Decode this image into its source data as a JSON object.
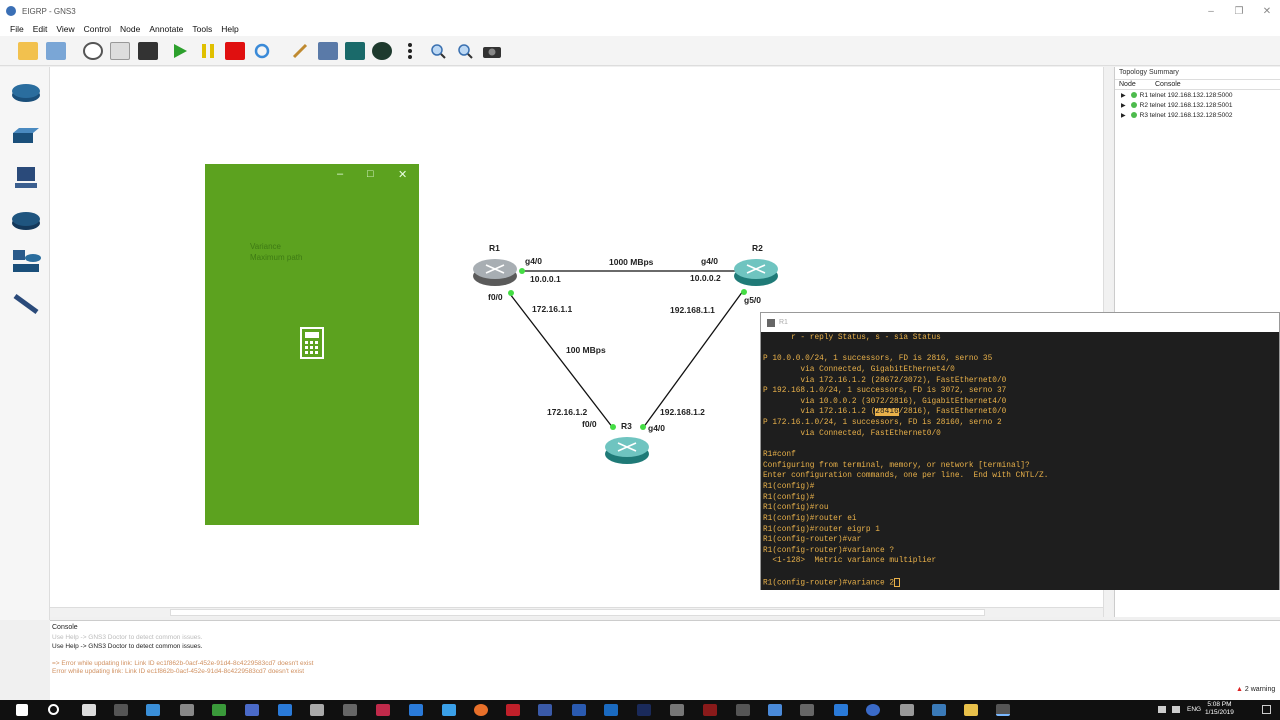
{
  "window": {
    "title": "EIGRP - GNS3"
  },
  "menu": [
    "File",
    "Edit",
    "View",
    "Control",
    "Node",
    "Annotate",
    "Tools",
    "Help"
  ],
  "toolbar_icons": [
    "open-folder-icon",
    "open-project-icon",
    "snapshot-icon",
    "show-interface-labels-icon",
    "console-all-icon",
    "start-icon",
    "suspend-icon",
    "stop-icon",
    "reload-icon",
    "note-icon",
    "screenshot-image-icon",
    "rectangle-icon",
    "ellipse-icon",
    "more-icon",
    "zoom-in-icon",
    "zoom-out-icon",
    "camera-icon"
  ],
  "devices": [
    "router-icon",
    "switch-icon",
    "end-device-icon",
    "security-device-icon",
    "all-devices-icon",
    "link-cable-icon"
  ],
  "topology": {
    "nodes": {
      "r1": "R1",
      "r2": "R2",
      "r3": "R3"
    },
    "labels": {
      "r1_g4": "g4/0",
      "r1_ip_top": "10.0.0.1",
      "link_r1_r2": "1000 MBps",
      "r2_g4": "g4/0",
      "r2_ip_left": "10.0.0.2",
      "r1_f0": "f0/0",
      "r1_ip_lower": "172.16.1.1",
      "r2_g5": "g5/0",
      "r2_ip_lower": "192.168.1.1",
      "link_r1_r3": "100 MBps",
      "r3_ip_left": "172.16.1.2",
      "r3_f0": "f0/0",
      "r3_ip_right": "192.168.1.2",
      "r3_g4": "g4/0"
    }
  },
  "calculator": {
    "line1": "Variance",
    "line2": "Maximum path"
  },
  "topology_summary": {
    "title": "Topology Summary",
    "col_node": "Node",
    "col_console": "Console",
    "rows": [
      {
        "node": "R1",
        "console": "telnet 192.168.132.128:5000"
      },
      {
        "node": "R2",
        "console": "telnet 192.168.132.128:5001"
      },
      {
        "node": "R3",
        "console": "telnet 192.168.132.128:5002"
      }
    ]
  },
  "terminal": {
    "title": "R1",
    "lines": [
      "      r - reply Status, s - sia Status",
      "",
      "P 10.0.0.0/24, 1 successors, FD is 2816, serno 35",
      "        via Connected, GigabitEthernet4/0",
      "        via 172.16.1.2 (28672/3072), FastEthernet0/0",
      "P 192.168.1.0/24, 1 successors, FD is 3072, serno 37",
      "        via 10.0.0.2 (3072/2816), GigabitEthernet4/0",
      "",
      "P 172.16.1.0/24, 1 successors, FD is 28160, serno 2",
      "        via Connected, FastEthernet0/0",
      "",
      "R1#conf",
      "Configuring from terminal, memory, or network [terminal]?",
      "Enter configuration commands, one per line.  End with CNTL/Z.",
      "R1(config)#",
      "R1(config)#",
      "R1(config)#rou",
      "R1(config)#router ei",
      "R1(config)#router eigrp 1",
      "R1(config-router)#var",
      "R1(config-router)#variance ?",
      "  <1-128>  Metric variance multiplier",
      ""
    ],
    "hl_prefix": "        via 172.16.1.2 (",
    "hl_text": "28416",
    "hl_suffix": "/2816), FastEthernet0/0",
    "prompt": "R1(config-router)#variance 2"
  },
  "console": {
    "title": "Console",
    "lines": [
      "Use Help -> GNS3 Doctor to detect common issues.",
      "Use Help -> GNS3 Doctor to detect common issues.",
      "",
      "=> Error while updating link: Link ID ec1f862b-0acf-452e-91d4-8c4229583cd7 doesn't exist",
      "Error while updating link: Link ID ec1f862b-0acf-452e-91d4-8c4229583cd7 doesn't exist"
    ]
  },
  "status": {
    "warnings": "2 warning"
  },
  "taskbar": {
    "time": "5:08 PM",
    "date": "1/15/2019",
    "lang": "ENG"
  },
  "colors": {
    "calc_green": "#5ca21f",
    "term_text": "#e9b14a",
    "link_dot": "#44dd44"
  }
}
